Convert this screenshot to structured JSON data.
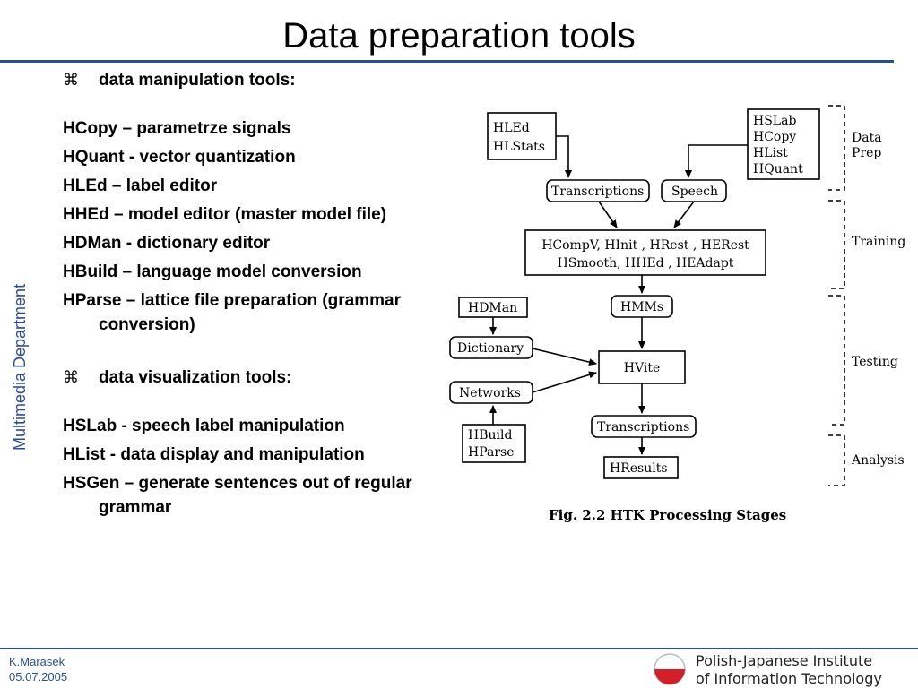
{
  "slide": {
    "title": "Data preparation tools",
    "side_label": "Multimedia Department",
    "colors": {
      "accent": "#2a4e96",
      "logo_red": "#d21f2a"
    }
  },
  "content": {
    "bullet_symbol": "⌘",
    "section1": {
      "heading": "data manipulation tools:",
      "items": [
        "HCopy – parametrze signals",
        "HQuant -  vector quantization",
        "HLEd – label editor",
        "HHEd – model editor (master model file)",
        "HDMan  - dictionary editor",
        "HBuild – language model conversion",
        "HParse – lattice file preparation (grammar conversion)"
      ]
    },
    "section2": {
      "heading": "data visualization tools:",
      "items": [
        "HSLab  -  speech label manipulation",
        "HList  - data display and manipulation",
        "HSGen – generate sentences out of regular grammar"
      ]
    }
  },
  "diagram": {
    "caption": "Fig.  2.2  HTK Processing Stages",
    "boxes": {
      "hled_hlstats": [
        "HLEd",
        "HLStats"
      ],
      "hslab_group": [
        "HSLab",
        "HCopy",
        "HList",
        "HQuant"
      ],
      "transcriptions_top": "Transcriptions",
      "speech": "Speech",
      "training_tools": [
        "HCompV, HInit , HRest , HERest",
        "HSmooth, HHEd , HEAdapt"
      ],
      "hdman": "HDMan",
      "hmms": "HMMs",
      "dictionary": "Dictionary",
      "hvite": "HVite",
      "networks": "Networks",
      "hbuild_hparse": [
        "HBuild",
        "HParse"
      ],
      "transcriptions_bottom": "Transcriptions",
      "hresults": "HResults"
    },
    "stages": {
      "data_prep": [
        "Data",
        "Prep"
      ],
      "training": "Training",
      "testing": "Testing",
      "analysis": "Analysis"
    }
  },
  "footer": {
    "author": "K.Marasek",
    "date": "05.07.2005",
    "institute_line1": "Polish-Japanese Institute",
    "institute_line2": "of Information Technology"
  }
}
